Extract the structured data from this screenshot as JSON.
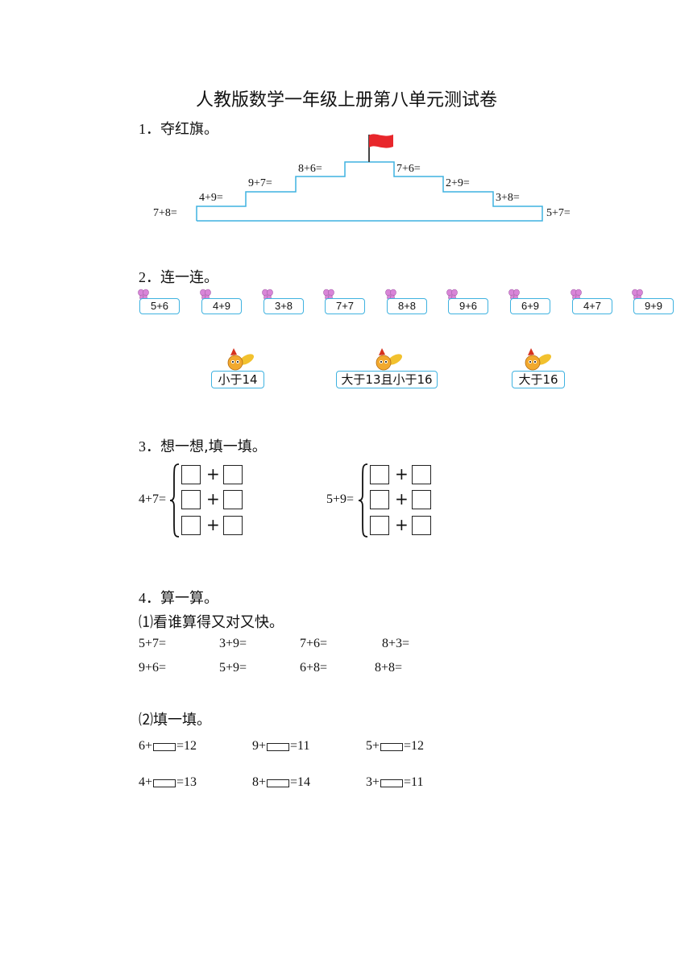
{
  "title": "人教版数学一年级上册第八单元测试卷",
  "q1": {
    "num": "1．",
    "heading": "夺红旗。",
    "steps": [
      "7+8=",
      "4+9=",
      "9+7=",
      "8+6=",
      "7+6=",
      "2+9=",
      "3+8=",
      "5+7="
    ],
    "flag_color": "#e8262b",
    "stair_color": "#3fb2e0"
  },
  "q2": {
    "num": "2．",
    "heading": "连一连。",
    "cards": [
      "5+6",
      "4+9",
      "3+8",
      "7+7",
      "8+8",
      "9+6",
      "6+9",
      "4+7",
      "9+9"
    ],
    "targets": [
      "小于14",
      "大于13且小于16",
      "大于16"
    ],
    "accent": "#3fb2e0"
  },
  "q3": {
    "num": "3．",
    "heading": "想一想,填一填。",
    "left_expr": "4+7=",
    "right_expr": "5+9=",
    "plus": "+"
  },
  "q4": {
    "num": "4．",
    "heading": "算一算。",
    "part1_heading": "⑴看谁算得又对又快。",
    "part1_rows": [
      [
        "5+7=",
        "3+9=",
        "7+6=",
        "8+3="
      ],
      [
        "9+6=",
        "5+9=",
        "6+8=",
        "8+8="
      ]
    ],
    "part2_heading": "⑵填一填。",
    "part2_rows": [
      [
        {
          "pre": "6+",
          "post": "=12"
        },
        {
          "pre": "9+",
          "post": "=11"
        },
        {
          "pre": "5+",
          "post": "=12"
        }
      ],
      [
        {
          "pre": "4+",
          "post": "=13"
        },
        {
          "pre": "8+",
          "post": "=14"
        },
        {
          "pre": "3+",
          "post": "=11"
        }
      ]
    ]
  }
}
